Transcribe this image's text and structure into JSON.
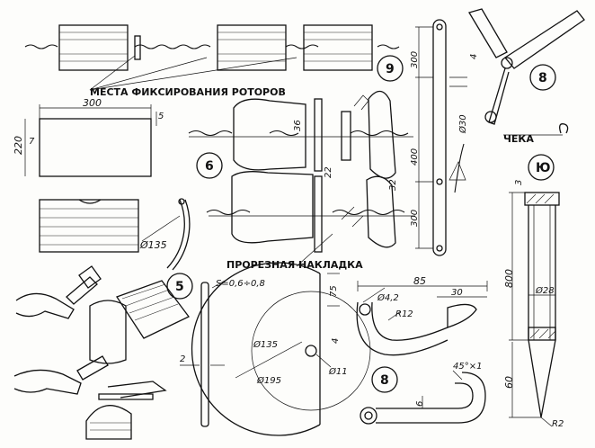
{
  "labels": {
    "rotor_fix": "МЕСТА ФИКСИРОВАНИЯ РОТОРОВ",
    "overlay": "ПРОРЕЗНАЯ НАКЛАДКА",
    "pin": "ЧЕКА"
  },
  "figures": {
    "f5": "5",
    "f6": "6",
    "f8a": "8",
    "f8b": "8",
    "f9": "9",
    "f10": "Ю"
  },
  "dims": {
    "d300_top": "300",
    "d5": "5",
    "d220": "220",
    "d7": "7",
    "d135_arc": "Ø135",
    "d36": "36",
    "d22": "22",
    "d32": "32",
    "d300_v1": "300",
    "d400": "400",
    "d300_v2": "300",
    "d30_circ": "Ø30",
    "d4": "4",
    "d3": "3",
    "d800": "800",
    "d28": "Ø28",
    "d60": "60",
    "r2": "R2",
    "s": "S=0,6÷0,8",
    "d2": "2",
    "d75": "75",
    "d135_disk": "Ø135",
    "d195": "Ø195",
    "d11": "Ø11",
    "d4_disk": "4",
    "d85": "85",
    "d30": "30",
    "d42": "Ø4,2",
    "r12": "R12",
    "d45": "45°×1",
    "d6": "6"
  },
  "colors": {
    "ink": "#111111",
    "paper": "#fdfdfb"
  }
}
